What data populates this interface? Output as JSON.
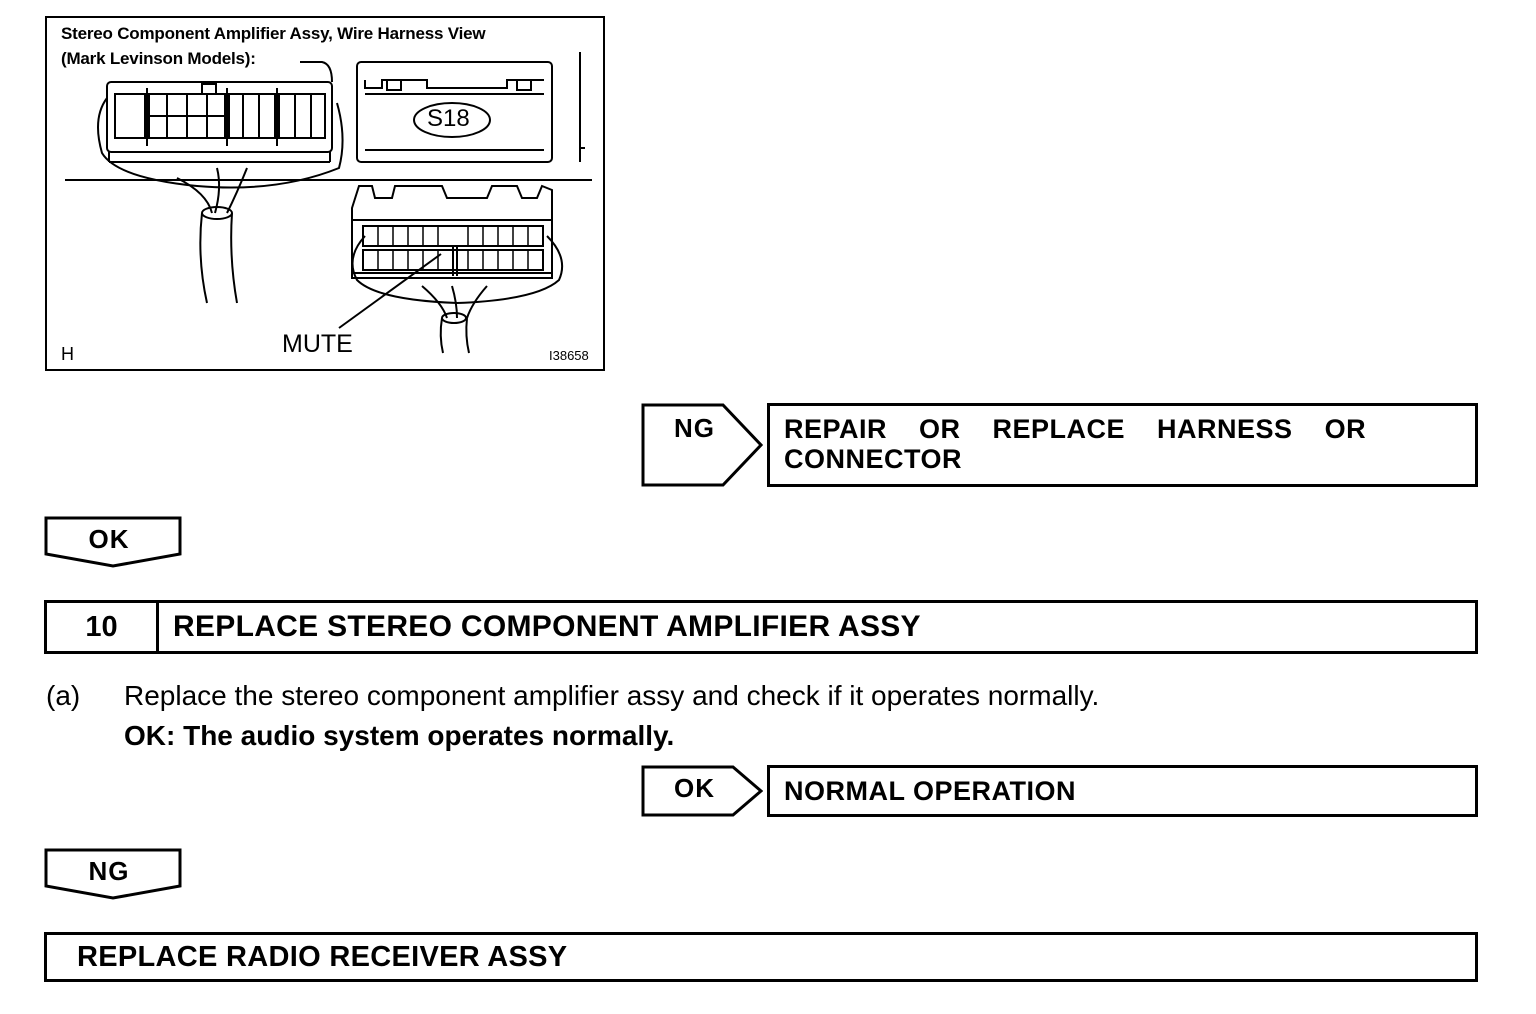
{
  "figure": {
    "caption_line1": "Stereo Component Amplifier Assy, Wire Harness View",
    "caption_line2": "(Mark Levinson Models):",
    "connector_id": "S18",
    "pin_label": "MUTE",
    "corner_label": "H",
    "figure_id": "I38658"
  },
  "ng_branch_1": {
    "tag": "NG",
    "action_line1": "REPAIR    OR    REPLACE    HARNESS    OR",
    "action_line2": "CONNECTOR"
  },
  "ok_tag_1": "OK",
  "step": {
    "number": "10",
    "title": "REPLACE STEREO COMPONENT AMPLIFIER ASSY",
    "item_marker": "(a)",
    "instruction": "Replace the stereo component amplifier assy and check if it operates normally.",
    "ok_condition": "OK: The audio system operates normally."
  },
  "ok_branch": {
    "tag": "OK",
    "action": "NORMAL OPERATION"
  },
  "ng_tag_2": "NG",
  "final_action": "REPLACE RADIO RECEIVER ASSY"
}
